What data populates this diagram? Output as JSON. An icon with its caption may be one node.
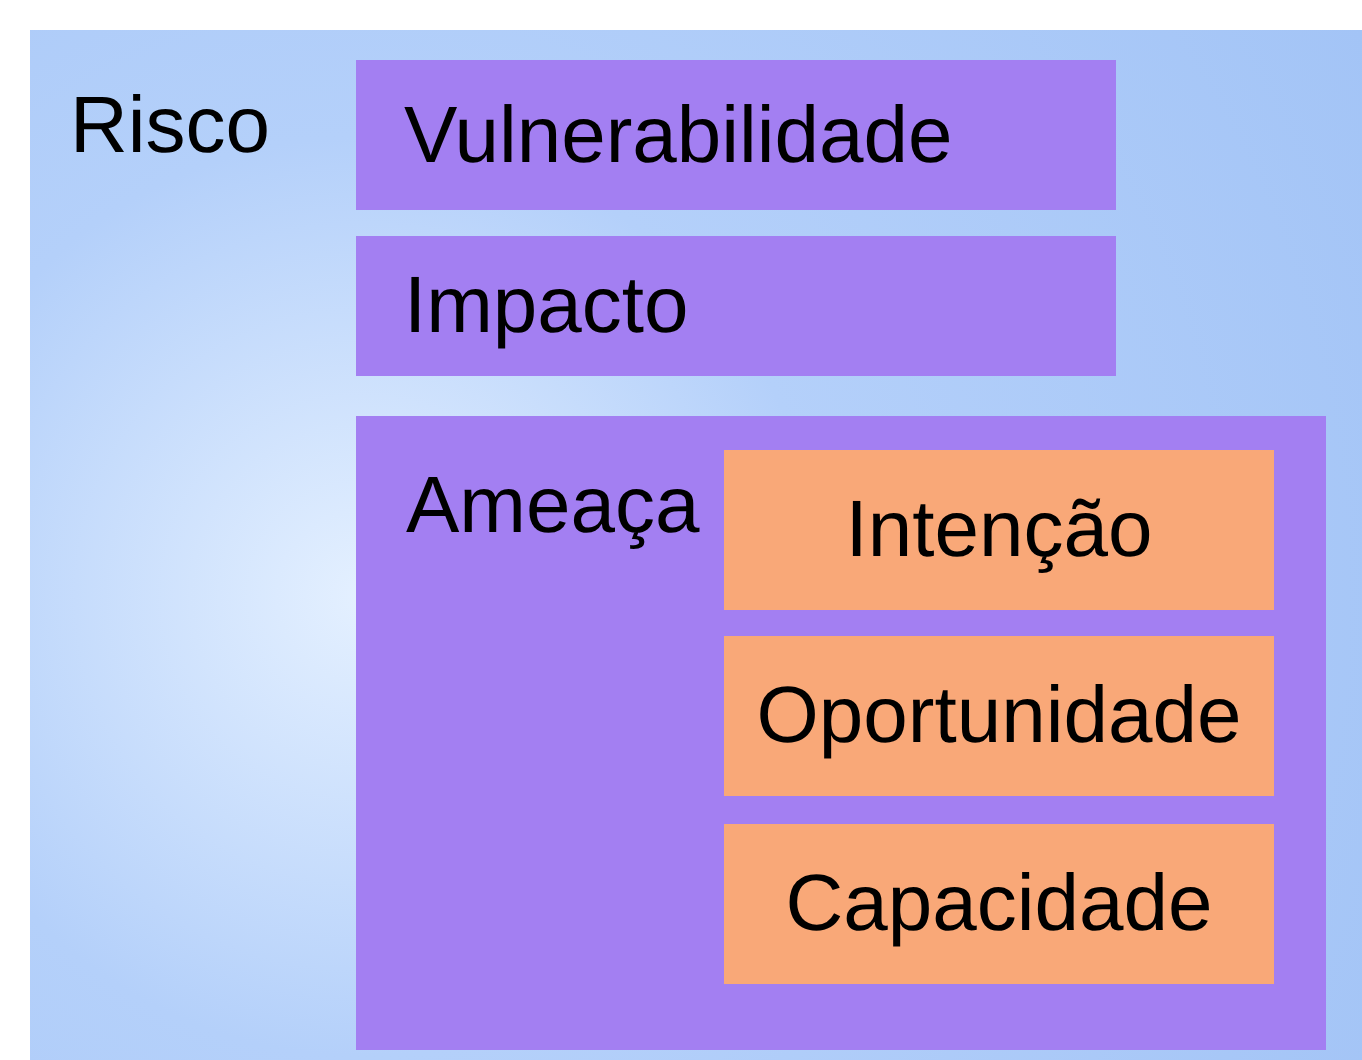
{
  "diagram": {
    "nodes": [
      {
        "text": [
          "Risco"
        ]
      },
      {
        "text": [
          "Vulnerabilidade"
        ],
        "in": 0
      },
      {
        "text": [
          "Impacto"
        ],
        "in": 0
      },
      {
        "text": [
          "Ameaça"
        ],
        "in": 0
      },
      {
        "text": [
          "Intenção"
        ],
        "in": 3
      },
      {
        "text": [
          "Oportunidade"
        ],
        "in": 3
      },
      {
        "text": [
          "Capacidade"
        ],
        "in": 3
      }
    ]
  }
}
